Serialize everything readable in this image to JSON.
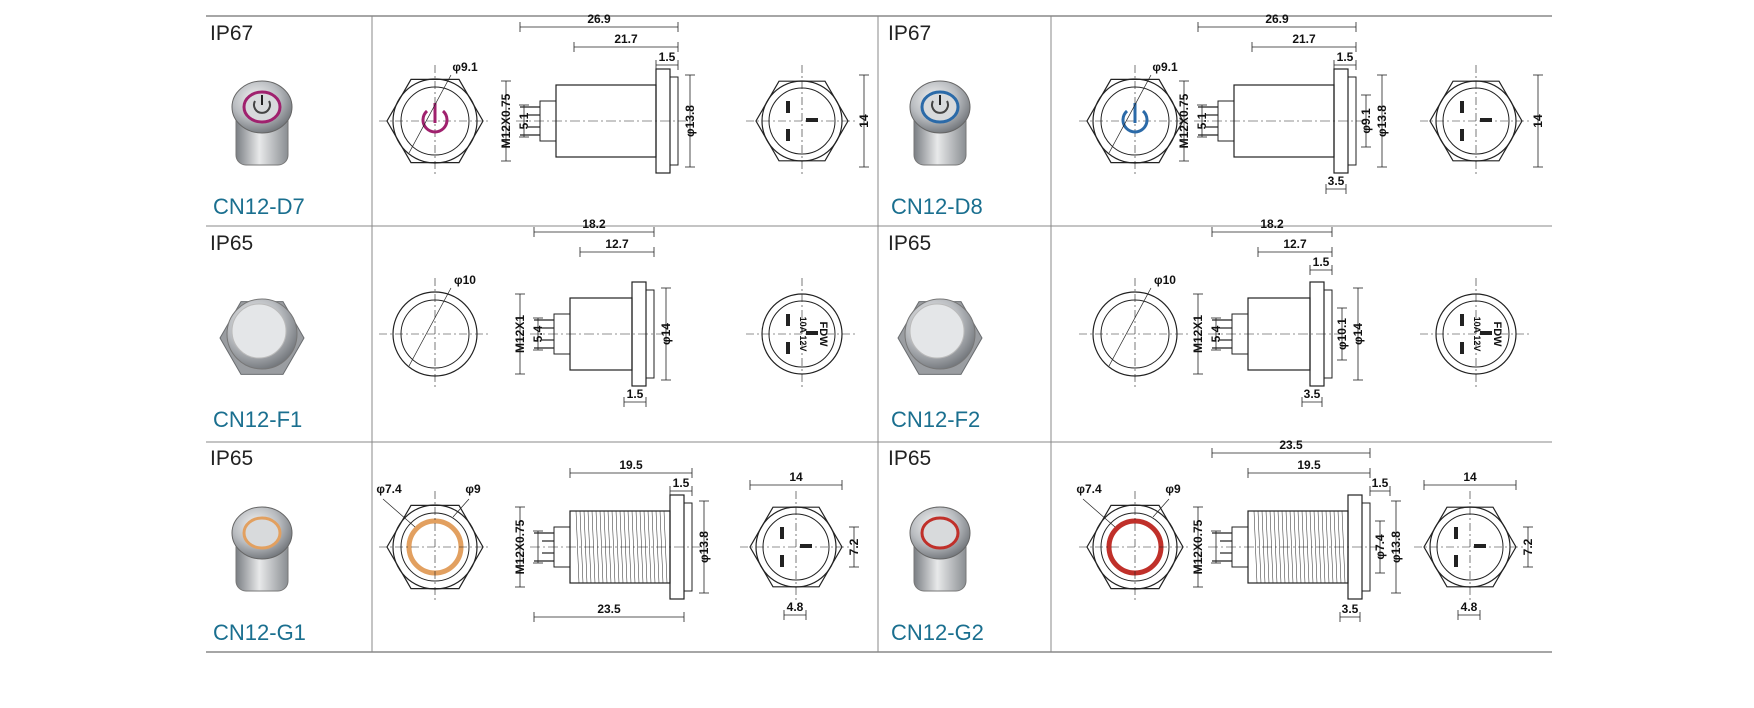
{
  "rows": [
    {
      "left": {
        "rating": "IP67",
        "model": "CN12-D7",
        "ring_color": "#a0216e",
        "dims": {
          "total": "26.9",
          "body": "21.7",
          "flange": "1.5",
          "dia_bezel": "φ9.1",
          "thread": "M12X0.75",
          "pin": "5.1",
          "dia_body": "φ13.8",
          "hex": "14"
        }
      },
      "right": {
        "rating": "IP67",
        "model": "CN12-D8",
        "ring_color": "#2b6aa8",
        "dims": {
          "total": "26.9",
          "body": "21.7",
          "flange": "1.5",
          "dia_bezel": "φ9.1",
          "thread": "M12X0.75",
          "pin": "5.1",
          "dia_inner": "φ9.1",
          "dia_body": "φ13.8",
          "hex": "14",
          "nut": "3.5"
        }
      }
    },
    {
      "left": {
        "rating": "IP65",
        "model": "CN12-F1",
        "dims": {
          "total": "18.2",
          "body": "12.7",
          "dia_bezel": "φ10",
          "thread": "M12X1",
          "pin": "5.4",
          "dia_body": "φ14",
          "flange": "1.5",
          "term": "10A 12V",
          "term2": "FDW"
        }
      },
      "right": {
        "rating": "IP65",
        "model": "CN12-F2",
        "dims": {
          "total": "18.2",
          "body": "12.7",
          "flange": "1.5",
          "dia_bezel": "φ10",
          "thread": "M12X1",
          "pin": "5.4",
          "dia_inner": "φ10.1",
          "dia_body": "φ14",
          "nut": "3.5",
          "term": "10A 12V",
          "term2": "FDW"
        }
      }
    },
    {
      "left": {
        "rating": "IP65",
        "model": "CN12-G1",
        "ring_color": "#e2a060",
        "dims": {
          "total": "23.5",
          "body": "19.5",
          "flange": "1.5",
          "dia_ring": "φ7.4",
          "dia_bezel": "φ9",
          "thread": "M12X0.75",
          "dia_body": "φ13.8",
          "hex": "14",
          "pin_h": "7.2",
          "pin_w": "4.8"
        }
      },
      "right": {
        "rating": "IP65",
        "model": "CN12-G2",
        "ring_color": "#c0302a",
        "dims": {
          "total": "23.5",
          "body": "19.5",
          "flange": "1.5",
          "dia_ring": "φ7.4",
          "dia_bezel": "φ9",
          "thread": "M12X0.75",
          "dia_inner": "φ7.4",
          "dia_body": "φ13.8",
          "hex": "14",
          "pin_h": "7.2",
          "pin_w": "4.8",
          "nut": "3.5"
        }
      }
    }
  ]
}
